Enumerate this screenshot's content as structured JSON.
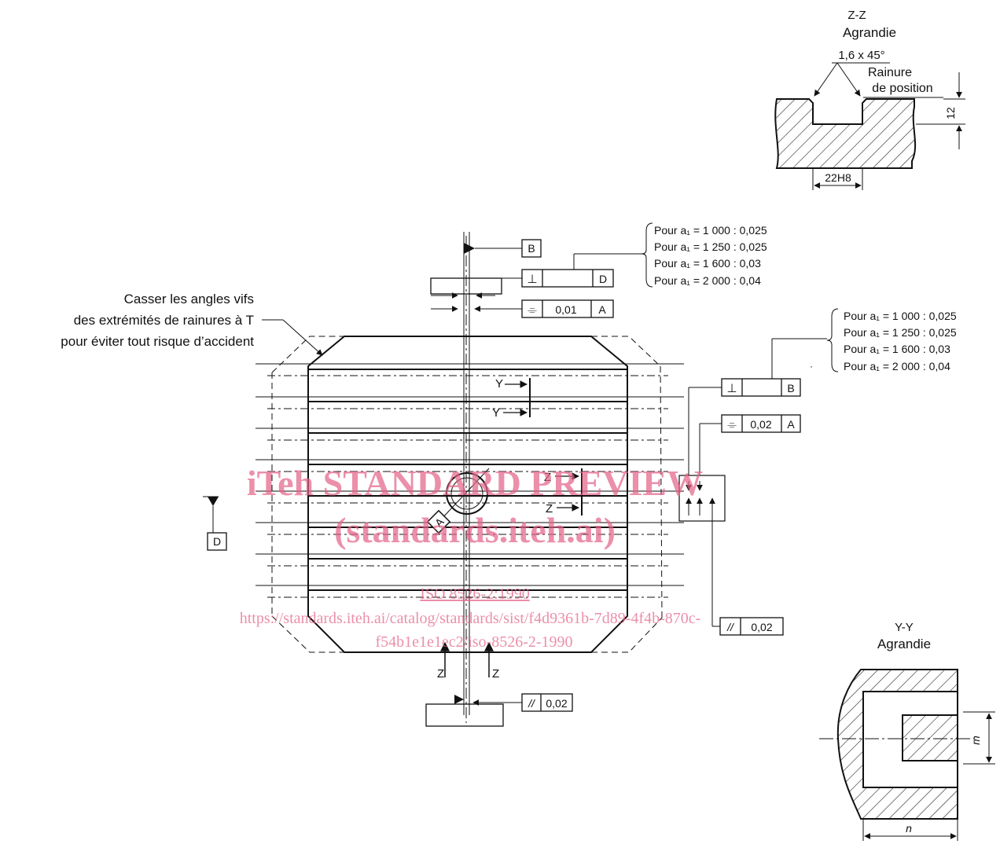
{
  "section_zz": {
    "title": "Z-Z",
    "subtitle": "Agrandie",
    "chamfer": "1,6 x 45°",
    "groove_line1": "Rainure",
    "groove_line2": "de position",
    "depth": "12",
    "width": "22H8"
  },
  "section_yy": {
    "title": "Y-Y",
    "subtitle": "Agrandie",
    "dim_m": "m",
    "dim_n": "n"
  },
  "note": {
    "line1": "Casser les angles vifs",
    "line2": "des extrémités de rainures à T",
    "line3": "pour éviter tout risque d’accident"
  },
  "tolerances_top": [
    "Pour a₁ = 1 000 : 0,025",
    "Pour a₁ = 1 250 : 0,025",
    "Pour a₁ = 1 600 : 0,03",
    "Pour a₁ = 2 000 : 0,04"
  ],
  "tolerances_right": [
    "Pour a₁ = 1 000 : 0,025",
    "Pour a₁ = 1 250 : 0,025",
    "Pour a₁ = 1 600 : 0,03",
    "Pour a₁ = 2 000 : 0,04"
  ],
  "frames": {
    "perp_symbol": "⊥",
    "sym_symbol": "⌯",
    "par_symbol": "//",
    "datum_a": "A",
    "datum_b": "B",
    "datum_d": "D",
    "sym_top_value": "0,01",
    "sym_right_value": "0,02",
    "par_right_value": "0,02",
    "par_bottom_value": "0,02"
  },
  "section_marks": {
    "y": "Y",
    "z": "Z"
  },
  "watermark": {
    "title": "iTeh STANDARD PREVIEW",
    "site": "(standards.iteh.ai)",
    "code": "ISO 8526-2:1990",
    "url_line1": "https://standards.iteh.ai/catalog/standards/sist/f4d9361b-7d89-4f4b-870c-",
    "url_line2": "f54b1e1e1ec2/iso-8526-2-1990"
  }
}
